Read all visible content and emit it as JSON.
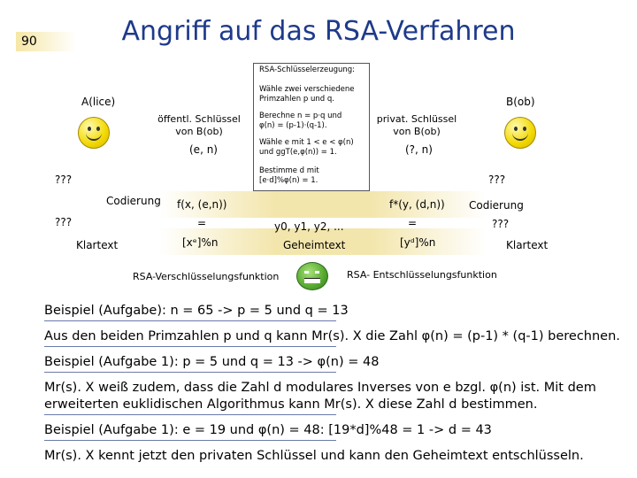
{
  "slide": {
    "title": "Angriff auf das RSA-Verfahren",
    "page_number": "90"
  },
  "diagram": {
    "keygen_box": {
      "title": "RSA-Schlüsselerzeugung:",
      "lines": [
        "Wähle zwei verschiedene",
        "Primzahlen p und q.",
        "Berechne n = p·q und",
        "φ(n) = (p-1)·(q-1).",
        "Wähle e mit 1 < e < φ(n)",
        "und ggT(e,φ(n)) = 1.",
        "Bestimme d mit",
        "[e·d]%φ(n) = 1."
      ]
    },
    "alice": {
      "label": "A(lice)"
    },
    "bob": {
      "label": "B(ob)"
    },
    "public_key": {
      "line1": "öffentl. Schlüssel",
      "line2": "von B(ob)",
      "value": "(e, n)"
    },
    "private_key": {
      "line1": "privat. Schlüssel",
      "line2": "von B(ob)",
      "value": "(?, n)"
    },
    "left_unknown_top": "???",
    "left_unknown_bottom": "???",
    "right_unknown_top": "???",
    "right_unknown_bottom": "???",
    "codierung_left": "Codierung",
    "codierung_right": "Codierung",
    "klartext_left": "Klartext",
    "klartext_right": "Klartext",
    "enc_formula": "f(x, (e,n))",
    "enc_equals": "=",
    "enc_result": "[xᵉ]%n",
    "dec_formula": "f*(y, (d,n))",
    "dec_equals": "=",
    "dec_result": "[yᵈ]%n",
    "cipher_values": "y0, y1, y2, ...",
    "geheimtext": "Geheimtext",
    "enc_function_label": "RSA-Verschlüsselungsfunktion",
    "dec_function_label": "RSA- Entschlüsselungsfunktion"
  },
  "text": {
    "p1": "Beispiel (Aufgabe): n = 65 -> p = 5 und q = 13",
    "p2": "Aus den beiden Primzahlen p und q kann Mr(s). X die Zahl φ(n) = (p-1) * (q-1) berechnen.",
    "p3": "Beispiel (Aufgabe 1): p = 5 und q = 13 -> φ(n) = 48",
    "p4a": "Mr(s). X weiß zudem, dass die Zahl d modulares Inverses von e bzgl. φ(n) ist. Mit dem",
    "p4b": "erweiterten euklidischen Algorithmus kann Mr(s). X diese Zahl d bestimmen.",
    "p5": "Beispiel (Aufgabe 1): e = 19 und φ(n) = 48: [19*d]%48 = 1 -> d = 43",
    "p6": "Mr(s). X kennt jetzt den privaten Schlüssel und kann den Geheimtext entschlüsseln."
  },
  "colors": {
    "title": "#1e3a8a",
    "band": "#f3e6ad",
    "smiley": "#f2d800",
    "attacker": "#56a82f"
  }
}
